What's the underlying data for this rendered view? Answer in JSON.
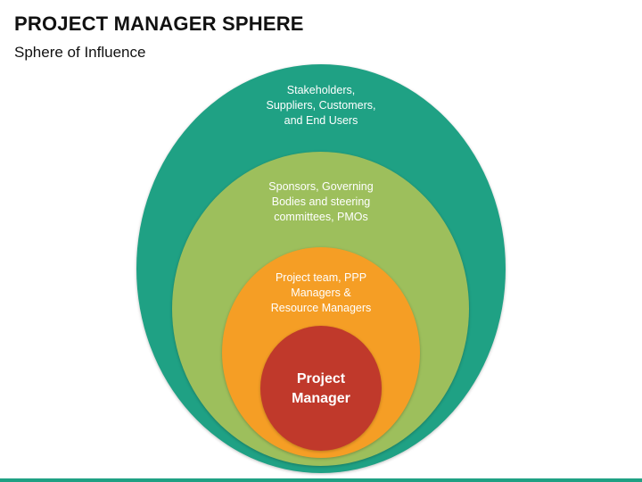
{
  "header": {
    "title": "PROJECT MANAGER SPHERE",
    "subtitle": "Sphere of Influence"
  },
  "diagram": {
    "rings": [
      {
        "id": "outer",
        "label": "Stakeholders,\nSuppliers, Customers,\nand End Users",
        "color": "#1fa184"
      },
      {
        "id": "second",
        "label": "Sponsors, Governing\nBodies and steering\ncommittees, PMOs",
        "color": "#9dbf5c"
      },
      {
        "id": "third",
        "label": "Project team, PPP\nManagers &\nResource Managers",
        "color": "#f59e25"
      },
      {
        "id": "core",
        "label": "Project\nManager",
        "color": "#c0392b"
      }
    ]
  },
  "footer": {
    "bar_color": "#1fa184"
  }
}
